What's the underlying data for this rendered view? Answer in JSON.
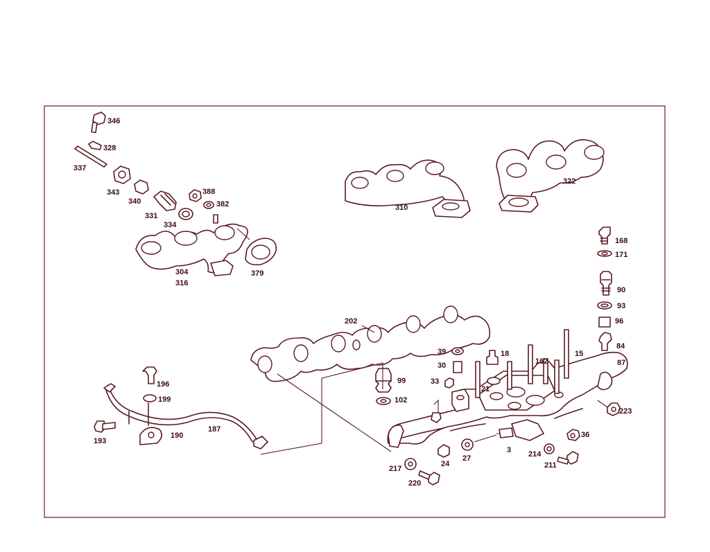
{
  "diagram": {
    "labels": {
      "p346": "346",
      "p328": "328",
      "p337": "337",
      "p343": "343",
      "p340": "340",
      "p331": "331",
      "p334": "334",
      "p388": "388",
      "p382": "382",
      "p304": "304",
      "p316": "316",
      "p379": "379",
      "p310": "310",
      "p322": "322",
      "p168": "168",
      "p171": "171",
      "p90": "90",
      "p93": "93",
      "p96": "96",
      "p84": "84",
      "p87": "87",
      "p202": "202",
      "p39": "39",
      "p18": "18",
      "p162": "162",
      "p15": "15",
      "p30": "30",
      "p21": "21",
      "p33": "33",
      "p99": "99",
      "p102": "102",
      "p196": "196",
      "p199": "199",
      "p193": "193",
      "p190": "190",
      "p187": "187",
      "p223": "223",
      "p36": "36",
      "p3": "3",
      "p214": "214",
      "p211": "211",
      "p24": "24",
      "p27": "27",
      "p217": "217",
      "p220": "220"
    },
    "colors": {
      "ink": "#5a1a22",
      "frame": "#6b1c24",
      "label": "#3a0a12",
      "background": "#ffffff"
    }
  }
}
